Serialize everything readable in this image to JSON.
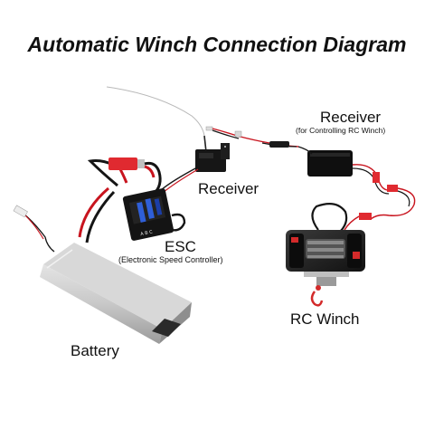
{
  "title": "Automatic Winch Connection Diagram",
  "labels": {
    "receiver": "Receiver",
    "receiver_winch": "Receiver",
    "receiver_winch_sub": "(for Controlling RC Winch)",
    "esc": "ESC",
    "esc_sub": "(Electronic Speed Controller)",
    "winch": "RC Winch",
    "battery": "Battery"
  },
  "colors": {
    "wire_red": "#c8141e",
    "wire_black": "#151515",
    "connector_red": "#e02a30",
    "battery_body": "#c9c9c9",
    "esc_body": "#1a1a1a",
    "esc_accent": "#2f5fd8"
  }
}
